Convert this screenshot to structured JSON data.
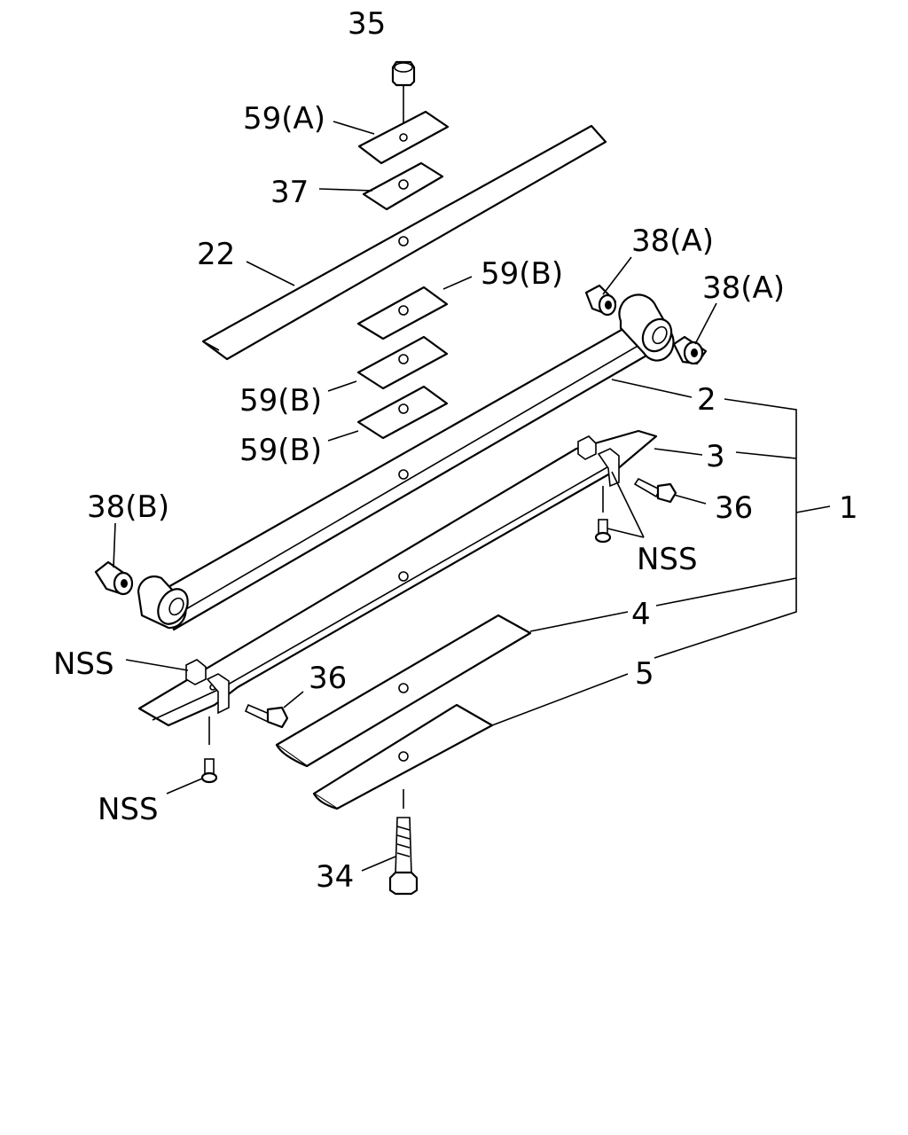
{
  "labels": {
    "l35": "35",
    "l59a": "59(A)",
    "l37": "37",
    "l22": "22",
    "l59b1": "59(B)",
    "l59b2": "59(B)",
    "l59b3": "59(B)",
    "l38a1": "38(A)",
    "l38a2": "38(A)",
    "l38b": "38(B)",
    "l2": "2",
    "l3": "3",
    "l36a": "36",
    "l1": "1",
    "lnss1": "NSS",
    "l4": "4",
    "l5": "5",
    "lnss2": "NSS",
    "l36b": "36",
    "lnss3": "NSS",
    "l34": "34"
  },
  "colors": {
    "line": "#000000",
    "background": "#ffffff"
  }
}
